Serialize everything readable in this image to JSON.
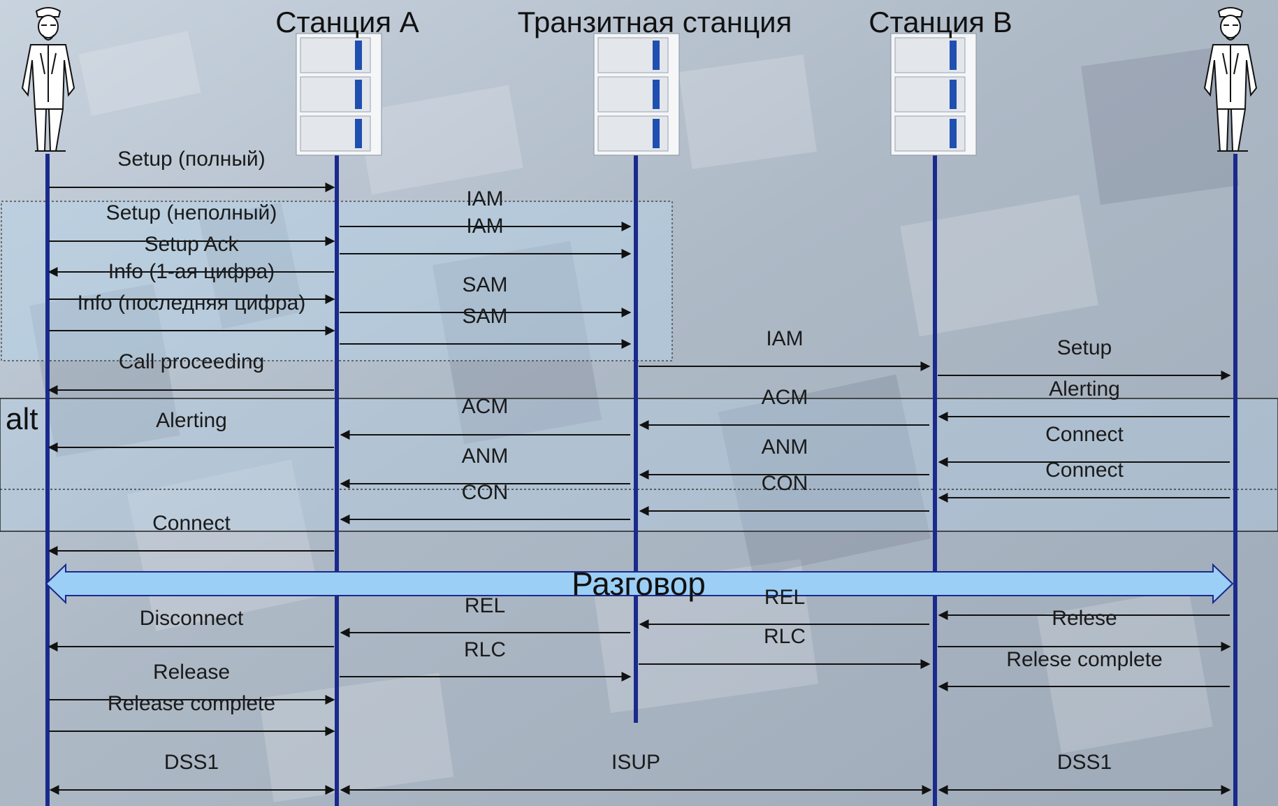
{
  "headers": {
    "station_a": "Станция A",
    "transit": "Транзитная станция",
    "station_b": "Станция B"
  },
  "alt_label": "alt",
  "conversation_label": "Разговор",
  "messages": {
    "setup_full": "Setup (полный)",
    "setup_partial": "Setup (неполный)",
    "setup_ack": "Setup Ack",
    "info_first": "Info (1-ая цифра)",
    "info_last": "Info (последняя цифра)",
    "call_proceeding": "Call proceeding",
    "alerting_a": "Alerting",
    "connect_a": "Connect",
    "disconnect": "Disconnect",
    "release": "Release",
    "release_complete": "Release complete",
    "iam_1": "IAM",
    "iam_2": "IAM",
    "sam_1": "SAM",
    "sam_2": "SAM",
    "acm_a": "ACM",
    "anm_a": "ANM",
    "con_a": "CON",
    "rel_a": "REL",
    "rlc_a": "RLC",
    "iam_b": "IAM",
    "acm_b": "ACM",
    "anm_b": "ANM",
    "con_b": "CON",
    "rel_b": "REL",
    "rlc_b": "RLC",
    "setup_b": "Setup",
    "alerting_b": "Alerting",
    "connect_b1": "Connect",
    "connect_b2": "Connect",
    "relese": "Relese",
    "relese_complete": "Relese complete"
  },
  "protocols": {
    "dss1_left": "DSS1",
    "isup": "ISUP",
    "dss1_right": "DSS1"
  },
  "colors": {
    "lifeline": "#1a2a8c",
    "conversation_fill": "#9ccff5",
    "conversation_stroke": "#1a2a8c"
  }
}
